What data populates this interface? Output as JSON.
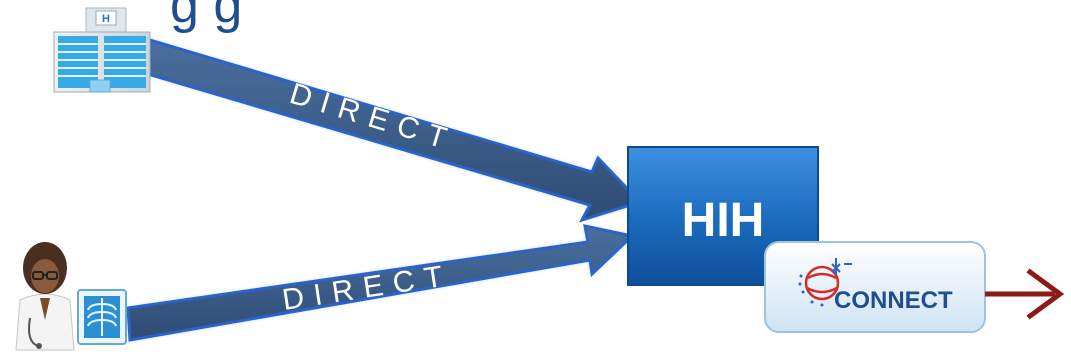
{
  "title_fragment": "g g",
  "arrows": {
    "top_label": "DIRECT",
    "bottom_label": "DIRECT"
  },
  "hub": {
    "label": "HIH"
  },
  "gateway": {
    "label": "CONNECT"
  },
  "icons": {
    "hospital": "hospital-building-icon",
    "hospital_sign": "H",
    "doctor": "doctor-icon",
    "xray": "xray-icon",
    "connect_logo": "connect-logo-icon",
    "outgoing_arrow": "outgoing-arrow-icon"
  },
  "colors": {
    "arrow_fill": "#3b5e8c",
    "arrow_outline": "#2a63c9",
    "hub_fill": "#1c6dc0",
    "hub_text": "#ffffff",
    "connect_text": "#1f4e8f",
    "outgoing_arrow": "#8b1a1a",
    "title_text": "#1f4e8f"
  }
}
